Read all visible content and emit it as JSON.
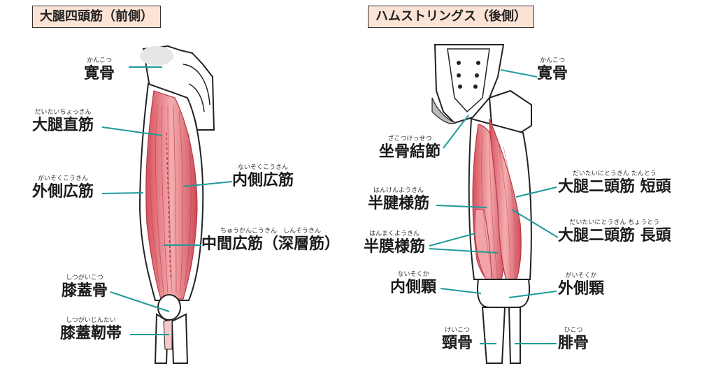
{
  "panels": {
    "front": {
      "title": "大腿四頭筋（前側）"
    },
    "back": {
      "title": "ハムストリングス（後側）"
    }
  },
  "labels": {
    "front_iliac": {
      "text": "寛骨",
      "reading": "かんこつ"
    },
    "rectus_femoris": {
      "text": "大腿直筋",
      "reading": "だいたいちょっきん"
    },
    "vastus_lateralis": {
      "text": "外側広筋",
      "reading": "がいそくこうきん"
    },
    "vastus_medialis": {
      "text": "内側広筋",
      "reading": "ないそくこうきん"
    },
    "vastus_intermedius": {
      "text": "中間広筋（深層筋）",
      "reading": "ちゅうかんこうきん　しんそうきん"
    },
    "patella": {
      "text": "膝蓋骨",
      "reading": "しつがいこつ"
    },
    "patellar_ligament": {
      "text": "膝蓋靭帯",
      "reading": "しつがいじんたい"
    },
    "back_iliac": {
      "text": "寛骨",
      "reading": "かんこつ"
    },
    "sacrotuberous": {
      "text": "坐骨結節",
      "reading": "ざこつけっせつ"
    },
    "semitendinosus": {
      "text": "半腱様筋",
      "reading": "はんけんようきん"
    },
    "semimembranosus": {
      "text": "半膜様筋",
      "reading": "はんまくようきん"
    },
    "biceps_short": {
      "text": "大腿二頭筋 短頭",
      "reading": "だいたいにとうきん たんとう"
    },
    "biceps_long": {
      "text": "大腿二頭筋 長頭",
      "reading": "だいたいにとうきん ちょうとう"
    },
    "medial_condyle": {
      "text": "内側顆",
      "reading": "ないそくか"
    },
    "lateral_condyle": {
      "text": "外側顆",
      "reading": "がいそくか"
    },
    "tibia": {
      "text": "頸骨",
      "reading": "けいこつ"
    },
    "fibula": {
      "text": "腓骨",
      "reading": "ひこつ"
    }
  },
  "colors": {
    "leader": "#1f9a9a",
    "muscle": "#e98c8f",
    "title_bg": "#fbe3d6"
  }
}
